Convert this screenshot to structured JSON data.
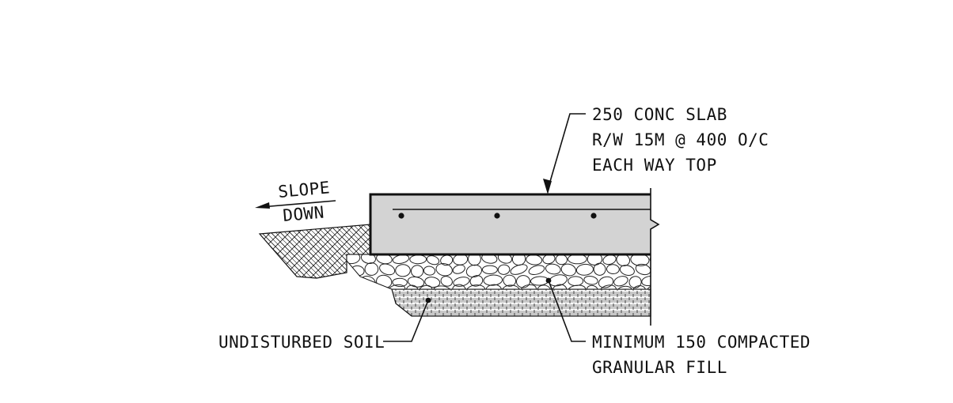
{
  "labels": {
    "slab_line1": "250 CONC SLAB",
    "slab_line2": "R/W 15M @ 400 O/C",
    "slab_line3": "EACH WAY TOP",
    "slope_top": "SLOPE",
    "slope_bottom": "DOWN",
    "soil": "UNDISTURBED SOIL",
    "fill_line1": "MINIMUM 150 COMPACTED",
    "fill_line2": "GRANULAR FILL"
  },
  "colors": {
    "slab_fill": "#d3d3d3",
    "line": "#111111"
  }
}
